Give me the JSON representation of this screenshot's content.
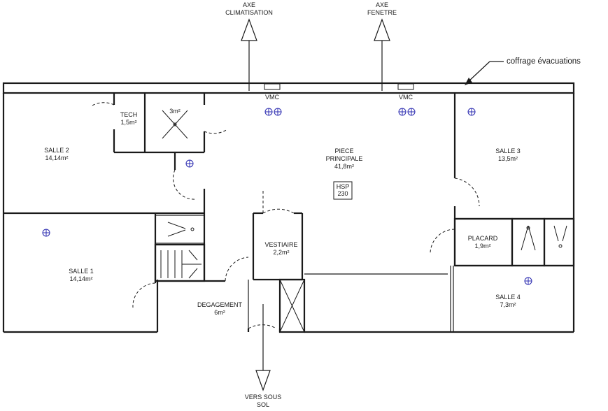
{
  "axes": {
    "climatisation": {
      "line1": "AXE",
      "line2": "CLIMATISATION"
    },
    "fenetre": {
      "line1": "AXE",
      "line2": "FENETRE"
    },
    "sortie": {
      "line1": "VERS SOUS",
      "line2": "SOL"
    }
  },
  "annotation": "coffrage évacuations",
  "vmc": [
    "VMC",
    "VMC"
  ],
  "rooms": {
    "tech": {
      "name": "TECH",
      "area": "1,5m²"
    },
    "douche_1": {
      "area": "3m²"
    },
    "salle_2": {
      "name": "SALLE 2",
      "area": "14,14m²"
    },
    "piece_principale": {
      "name1": "PIECE",
      "name2": "PRINCIPALE",
      "area": "41,8m²"
    },
    "hsp": {
      "line1": "HSP",
      "line2": "230"
    },
    "salle_3": {
      "name": "SALLE 3",
      "area": "13,5m²"
    },
    "salle_1": {
      "name": "SALLE 1",
      "area": "14,14m²"
    },
    "vestiaire": {
      "name": "VESTIAIRE",
      "area": "2,2m²"
    },
    "degagement": {
      "name": "DEGAGEMENT",
      "area": "6m²"
    },
    "placard": {
      "name": "PLACARD",
      "area": "1,9m²"
    },
    "salle_4": {
      "name": "SALLE 4",
      "area": "7,3m²"
    }
  },
  "colors": {
    "walls": "#1a1a1a",
    "sockets": "#2b2bb0",
    "background": "#ffffff"
  }
}
